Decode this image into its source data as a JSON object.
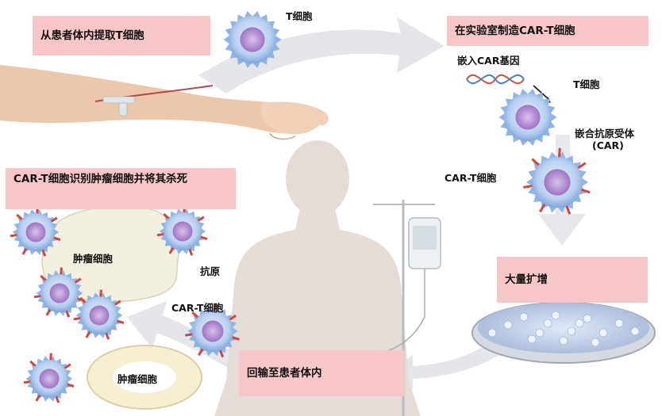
{
  "steps": {
    "extract": "从患者体内提取T细胞",
    "manufacture": "在实验室制造CAR-T细胞",
    "expand": "大量扩增",
    "infuse": "回输至患者体内",
    "kill": "CAR-T细胞识别肿瘤细胞并将其杀死"
  },
  "labels": {
    "t_cell_top": "T细胞",
    "insert_car_gene": "嵌入CAR基因",
    "t_cell_right": "T细胞",
    "car_receptor": "嵌合抗原受体",
    "car_abbrev": "(CAR)",
    "car_t_right": "CAR-T细胞",
    "tumor_cell_1": "肿瘤细胞",
    "antigen": "抗原",
    "car_t_left": "CAR-T细胞",
    "tumor_cell_2": "肿瘤细胞"
  },
  "colors": {
    "box_fill": "#f6c6c8",
    "arrow_gray": "#e3e5e8",
    "cell_blue": "#8fb4e6",
    "cell_nucleus": "#b58ad0",
    "receptor_red": "#d8443d",
    "tumor_fill": "#f3f0df"
  }
}
